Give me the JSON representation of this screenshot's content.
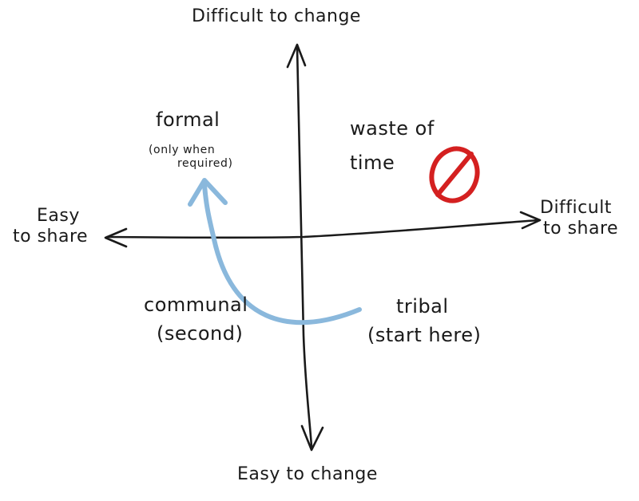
{
  "axes": {
    "top": "Difficult to change",
    "bottom": "Easy to change",
    "left_line1": "Easy",
    "left_line2": "to share",
    "right_line1": "Difficult",
    "right_line2": "to share"
  },
  "quadrants": {
    "top_left": {
      "title": "formal",
      "subtitle_line1": "(only when",
      "subtitle_line2": "required)"
    },
    "top_right": {
      "line1": "waste of",
      "line2": "time",
      "icon": "prohibited-icon",
      "icon_color": "#d42020"
    },
    "bottom_left": {
      "line1": "communal",
      "line2": "(second)"
    },
    "bottom_right": {
      "line1": "tribal",
      "line2": "(start here)"
    }
  },
  "colors": {
    "ink": "#1a1a1a",
    "arrow": "#8ab8dc",
    "prohibited": "#d42020"
  }
}
